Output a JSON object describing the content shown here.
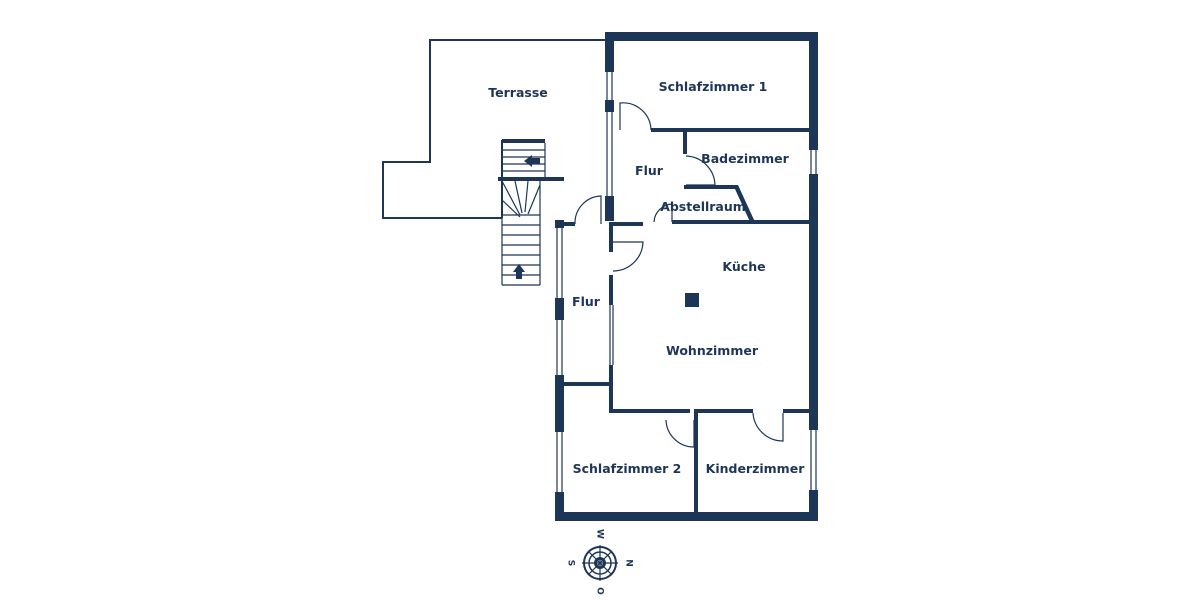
{
  "colors": {
    "wall": "#1d3557",
    "background": "#ffffff"
  },
  "rooms": {
    "terrasse": "Terrasse",
    "schlafzimmer1": "Schlafzimmer 1",
    "badezimmer": "Badezimmer",
    "flur_upper": "Flur",
    "abstellraum": "Abstellraum",
    "kueche": "Küche",
    "flur_lower": "Flur",
    "wohnzimmer": "Wohnzimmer",
    "schlafzimmer2": "Schlafzimmer 2",
    "kinderzimmer": "Kinderzimmer"
  },
  "compass": {
    "north": "N",
    "south": "S",
    "east": "O",
    "west": "W"
  },
  "icons": {
    "stair_arrow": "arrow-up-icon",
    "compass": "compass-rose-icon"
  }
}
